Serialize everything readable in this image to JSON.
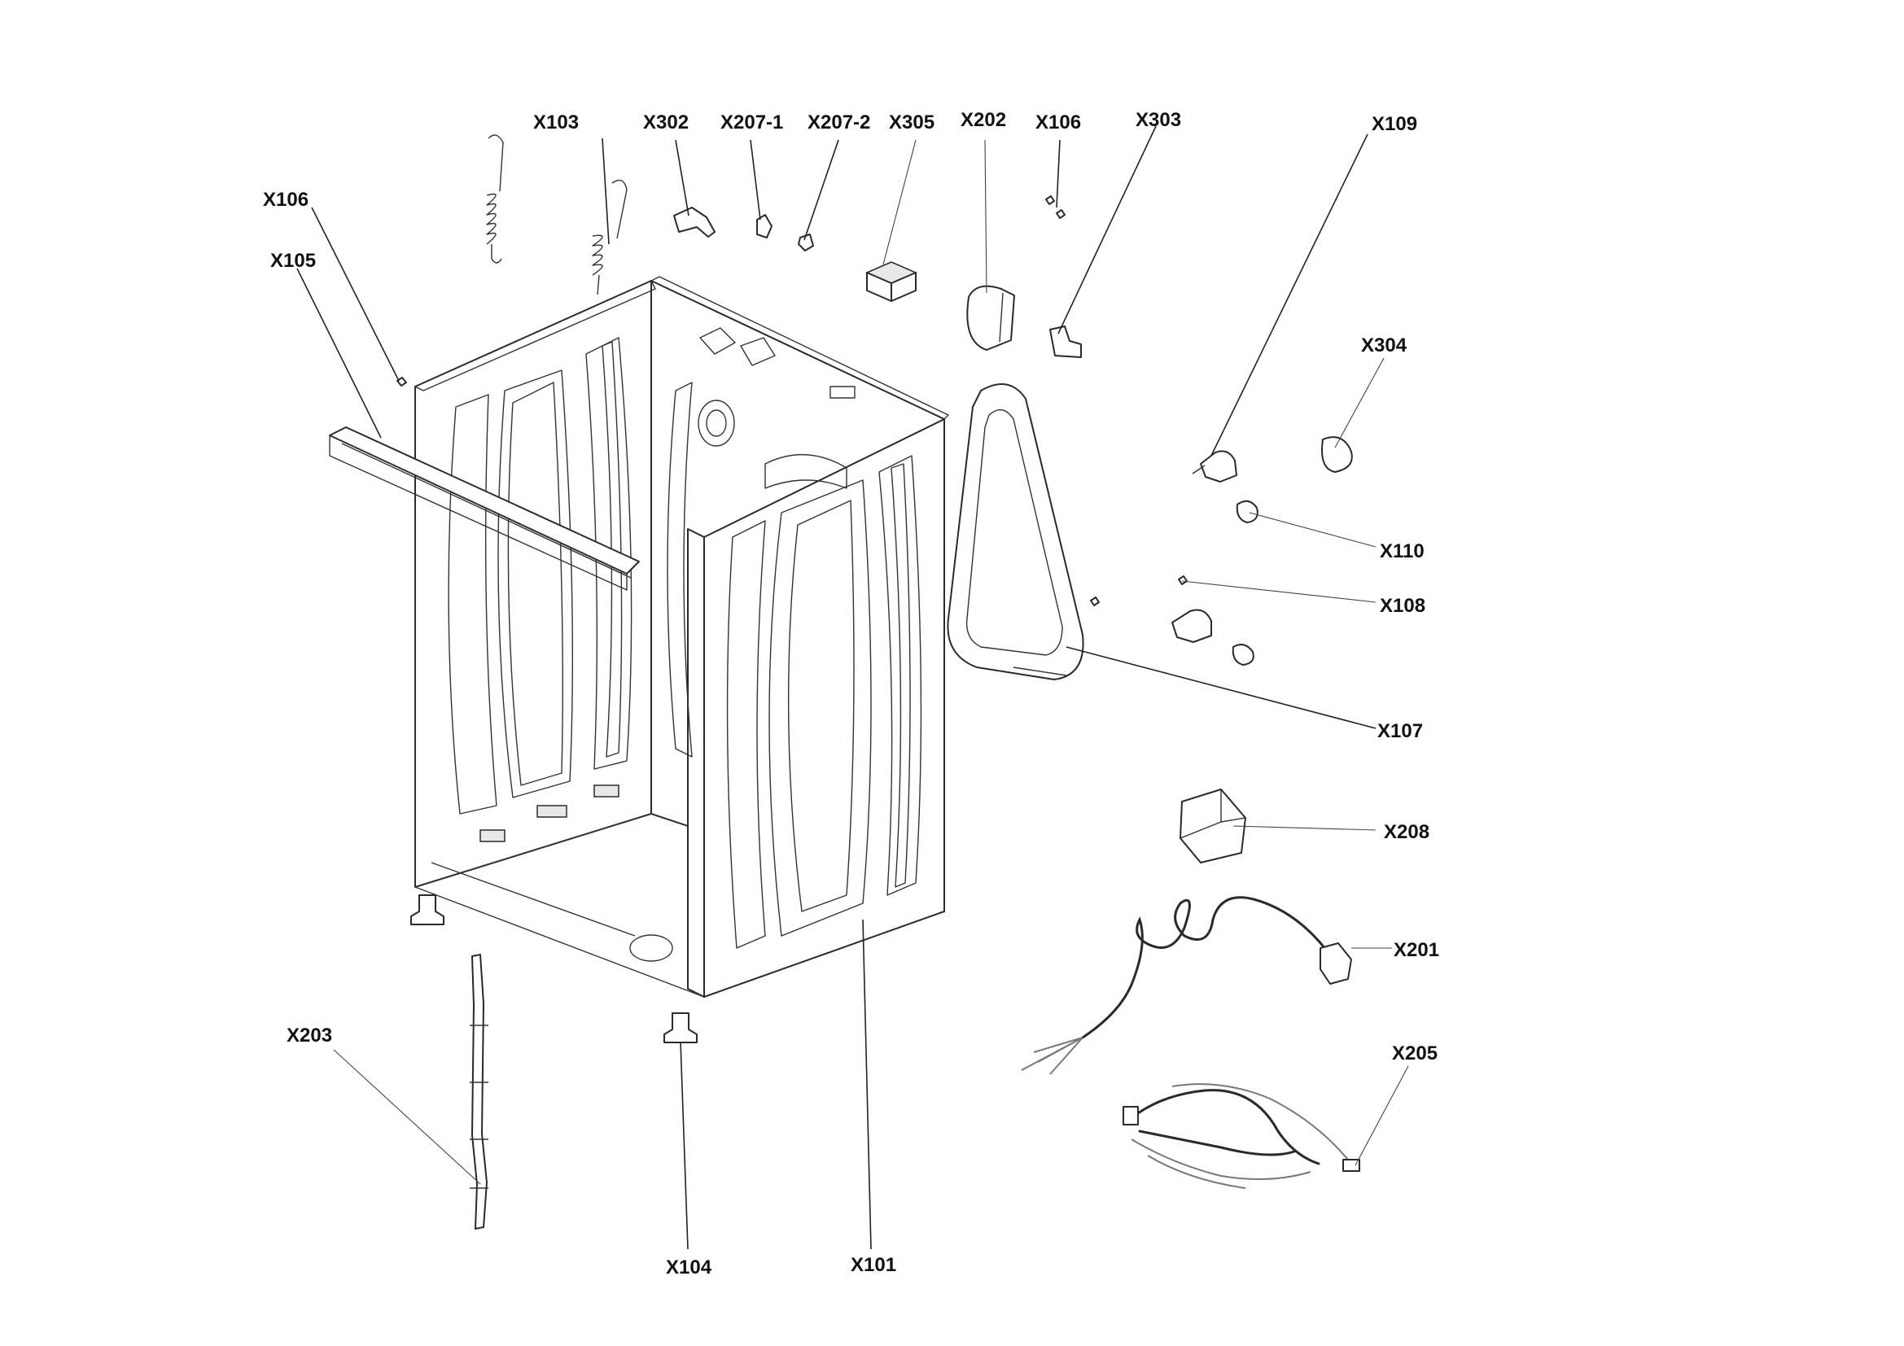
{
  "labels": {
    "x101": "X101",
    "x103": "X103",
    "x104": "X104",
    "x105": "X105",
    "x106_left": "X106",
    "x106_top": "X106",
    "x107": "X107",
    "x108": "X108",
    "x109": "X109",
    "x110": "X110",
    "x201": "X201",
    "x202": "X202",
    "x203": "X203",
    "x205": "X205",
    "x207_1": "X207-1",
    "x207_2": "X207-2",
    "x208": "X208",
    "x302": "X302",
    "x303": "X303",
    "x304": "X304",
    "x305": "X305"
  }
}
